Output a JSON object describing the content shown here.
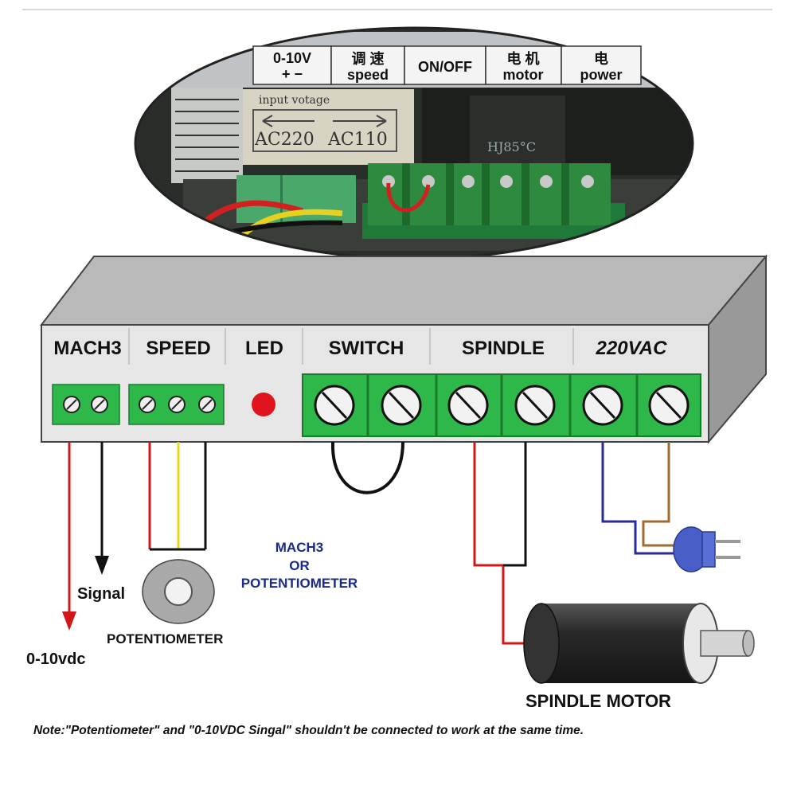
{
  "photo": {
    "labels": [
      {
        "top": "0-10V",
        "bottom": "+  −"
      },
      {
        "top": "调 速",
        "bottom": "speed"
      },
      {
        "top": "ON/OFF",
        "bottom": ""
      },
      {
        "top": "电 机",
        "bottom": "motor"
      },
      {
        "top": "电",
        "bottom": "power"
      }
    ],
    "input_voltage": "input votage",
    "ac220": "AC220",
    "ac110": "AC110",
    "chip_text": "HJ85°C"
  },
  "panel": {
    "sections": [
      "MACH3",
      "SPEED",
      "LED",
      "SWITCH",
      "SPINDLE",
      "220VAC"
    ]
  },
  "labels": {
    "signal": "Signal",
    "voltage": "0-10vdc",
    "potentiometer": "POTENTIOMETER",
    "mach3_or_pot": "MACH3\nOR\nPOTENTIOMETER",
    "spindle_motor": "SPINDLE MOTOR"
  },
  "note": "Note:\"Potentiometer\" and \"0-10VDC Singal\" shouldn't be connected to work at the same time.",
  "colors": {
    "terminal_green": "#2eb84a",
    "led_red": "#e0141e",
    "wire_red": "#e01818",
    "wire_yellow": "#f0e020",
    "wire_blue": "#2a2a9a",
    "wire_brown": "#a06a30",
    "label_blue": "#1a2a8a"
  },
  "icons": [
    "screw-terminal-icon",
    "led-icon",
    "potentiometer-icon",
    "spindle-motor-icon",
    "power-plug-icon",
    "arrow-down-icon"
  ]
}
